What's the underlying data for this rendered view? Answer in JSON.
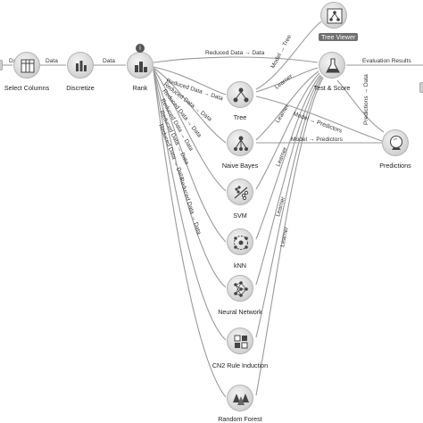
{
  "widgets": {
    "select_columns": "Select Columns",
    "discretize": "Discretize",
    "rank": "Rank",
    "tree": "Tree",
    "naive_bayes": "Naive Bayes",
    "svm": "SVM",
    "knn": "kNN",
    "neural_network": "Neural Network",
    "cn2": "CN2 Rule Induction",
    "random_forest": "Random Forest",
    "test_score": "Test & Score",
    "tree_viewer": "Tree Viewer",
    "predictions": "Predictions"
  },
  "links": {
    "data": "Data",
    "reduced_data": "Reduced Data → Data",
    "model_tree": "Model → Tree",
    "learner": "Learner",
    "model_predictors": "Model → Predictors",
    "evaluation_results": "Evaluation Results",
    "predictions_data": "Predictions → Data"
  },
  "info_badge": "i",
  "colors": {
    "wire": "#9a9a9a",
    "node": "#d2d2d2",
    "selected_label": "#6f6f6f"
  }
}
